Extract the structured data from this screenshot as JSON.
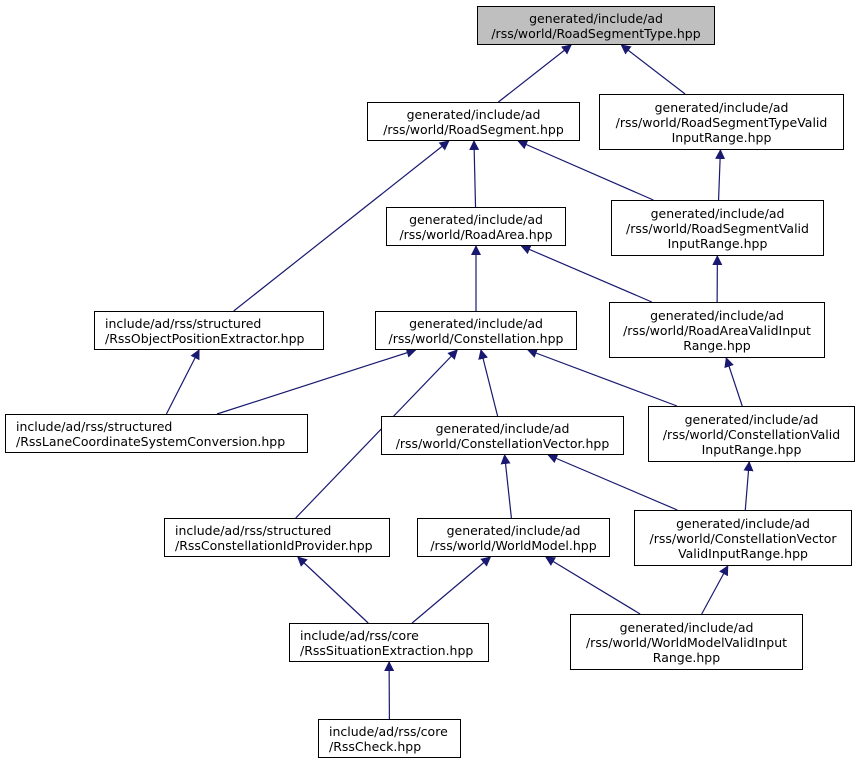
{
  "nodes": {
    "road_segment_type": {
      "lines": [
        "generated/include/ad",
        "/rss/world/RoadSegmentType.hpp"
      ]
    },
    "road_segment": {
      "lines": [
        "generated/include/ad",
        "/rss/world/RoadSegment.hpp"
      ]
    },
    "road_segment_type_valid_input_range": {
      "lines": [
        "generated/include/ad",
        "/rss/world/RoadSegmentTypeValid",
        "InputRange.hpp"
      ]
    },
    "road_area": {
      "lines": [
        "generated/include/ad",
        "/rss/world/RoadArea.hpp"
      ]
    },
    "road_segment_valid_input_range": {
      "lines": [
        "generated/include/ad",
        "/rss/world/RoadSegmentValid",
        "InputRange.hpp"
      ]
    },
    "rss_object_position_extractor": {
      "lines": [
        "include/ad/rss/structured",
        "/RssObjectPositionExtractor.hpp"
      ]
    },
    "constellation": {
      "lines": [
        "generated/include/ad",
        "/rss/world/Constellation.hpp"
      ]
    },
    "road_area_valid_input_range": {
      "lines": [
        "generated/include/ad",
        "/rss/world/RoadAreaValidInput",
        "Range.hpp"
      ]
    },
    "rss_lane_coordinate_system_conversion": {
      "lines": [
        "include/ad/rss/structured",
        "/RssLaneCoordinateSystemConversion.hpp"
      ]
    },
    "constellation_vector": {
      "lines": [
        "generated/include/ad",
        "/rss/world/ConstellationVector.hpp"
      ]
    },
    "constellation_valid_input_range": {
      "lines": [
        "generated/include/ad",
        "/rss/world/ConstellationValid",
        "InputRange.hpp"
      ]
    },
    "rss_constellation_id_provider": {
      "lines": [
        "include/ad/rss/structured",
        "/RssConstellationIdProvider.hpp"
      ]
    },
    "world_model": {
      "lines": [
        "generated/include/ad",
        "/rss/world/WorldModel.hpp"
      ]
    },
    "constellation_vector_valid_input_range": {
      "lines": [
        "generated/include/ad",
        "/rss/world/ConstellationVector",
        "ValidInputRange.hpp"
      ]
    },
    "rss_situation_extraction": {
      "lines": [
        "include/ad/rss/core",
        "/RssSituationExtraction.hpp"
      ]
    },
    "world_model_valid_input_range": {
      "lines": [
        "generated/include/ad",
        "/rss/world/WorldModelValidInput",
        "Range.hpp"
      ]
    },
    "rss_check": {
      "lines": [
        "include/ad/rss/core",
        "/RssCheck.hpp"
      ]
    }
  },
  "edges": [
    {
      "from": "road_segment",
      "to": "road_segment_type"
    },
    {
      "from": "road_segment_type_valid_input_range",
      "to": "road_segment_type"
    },
    {
      "from": "road_area",
      "to": "road_segment"
    },
    {
      "from": "road_segment_valid_input_range",
      "to": "road_segment"
    },
    {
      "from": "rss_object_position_extractor",
      "to": "road_segment"
    },
    {
      "from": "road_segment_valid_input_range",
      "to": "road_segment_type_valid_input_range"
    },
    {
      "from": "constellation",
      "to": "road_area"
    },
    {
      "from": "road_area_valid_input_range",
      "to": "road_area"
    },
    {
      "from": "road_area_valid_input_range",
      "to": "road_segment_valid_input_range"
    },
    {
      "from": "rss_lane_coordinate_system_conversion",
      "to": "rss_object_position_extractor"
    },
    {
      "from": "rss_lane_coordinate_system_conversion",
      "to": "constellation"
    },
    {
      "from": "constellation_vector",
      "to": "constellation"
    },
    {
      "from": "rss_constellation_id_provider",
      "to": "constellation"
    },
    {
      "from": "constellation_valid_input_range",
      "to": "constellation"
    },
    {
      "from": "constellation_valid_input_range",
      "to": "road_area_valid_input_range"
    },
    {
      "from": "world_model",
      "to": "constellation_vector"
    },
    {
      "from": "constellation_vector_valid_input_range",
      "to": "constellation_vector"
    },
    {
      "from": "constellation_vector_valid_input_range",
      "to": "constellation_valid_input_range"
    },
    {
      "from": "rss_situation_extraction",
      "to": "rss_constellation_id_provider"
    },
    {
      "from": "rss_situation_extraction",
      "to": "world_model"
    },
    {
      "from": "world_model_valid_input_range",
      "to": "world_model"
    },
    {
      "from": "world_model_valid_input_range",
      "to": "constellation_vector_valid_input_range"
    },
    {
      "from": "rss_check",
      "to": "rss_situation_extraction"
    }
  ],
  "colors": {
    "edge": "#191970",
    "node_border": "#000000",
    "root_fill": "#bfbfbf",
    "node_fill": "#ffffff"
  }
}
